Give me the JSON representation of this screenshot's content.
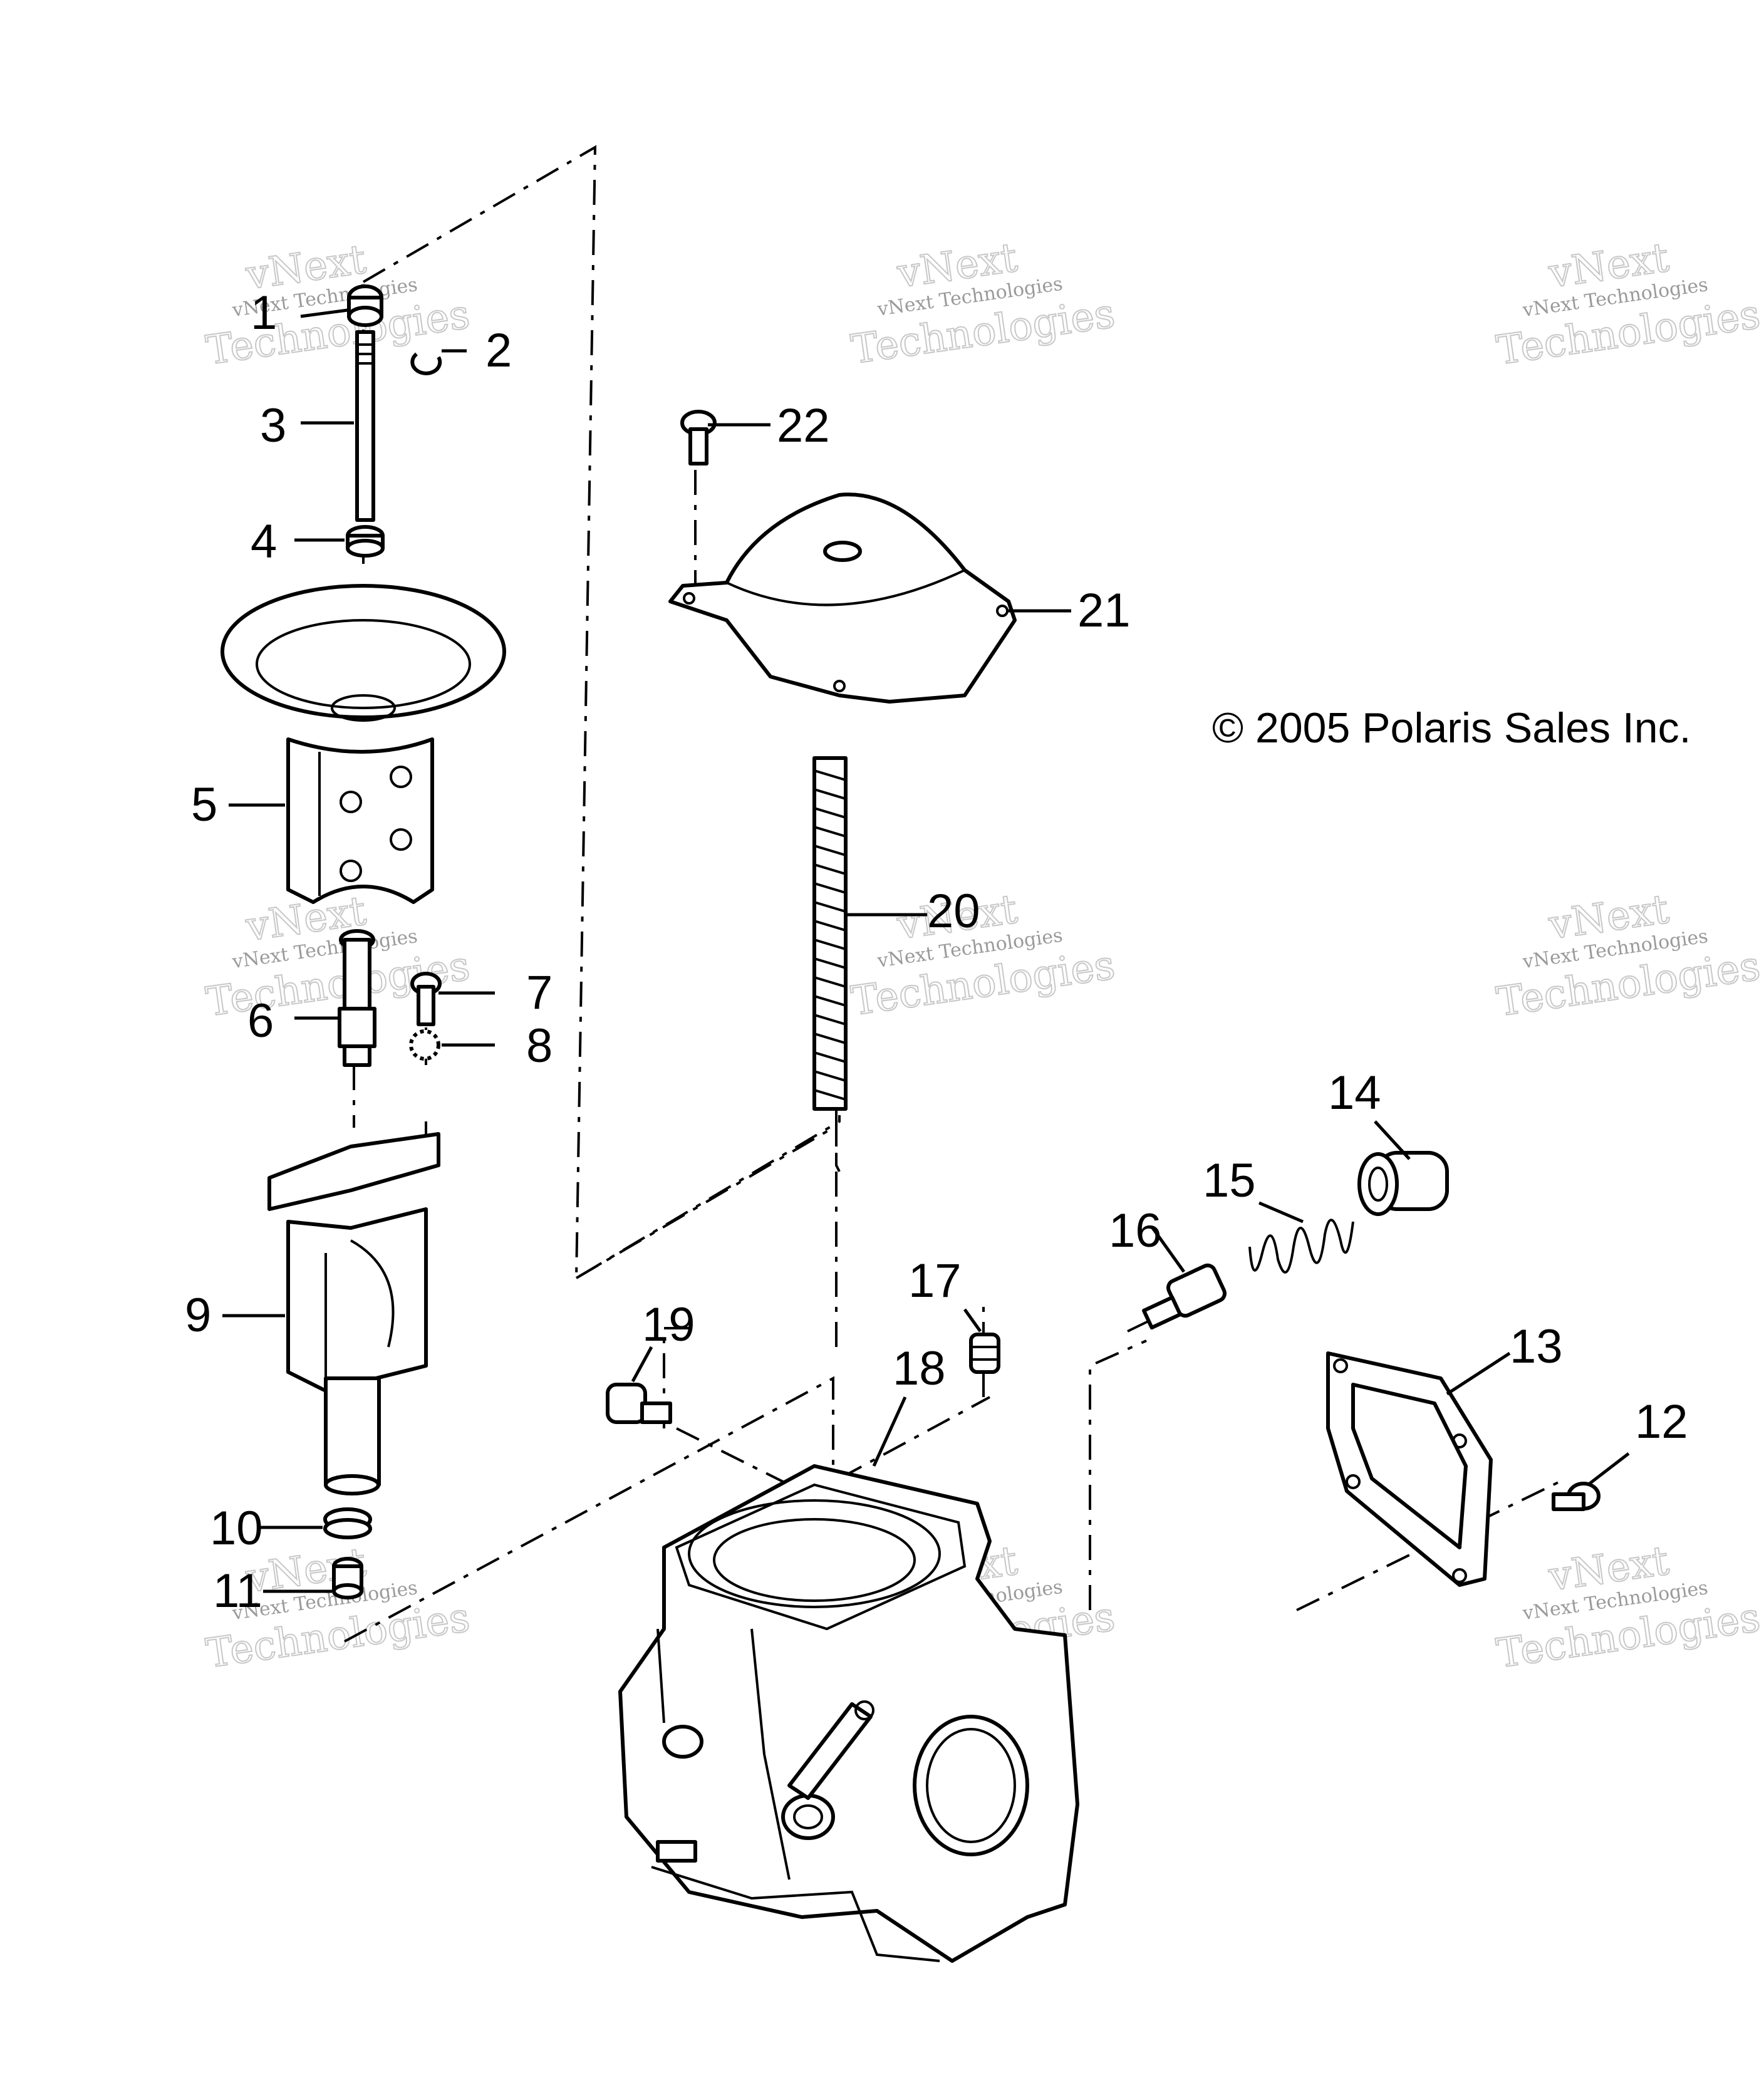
{
  "copyright": "© 2005 Polaris Sales Inc.",
  "watermark": {
    "brand": "vNext",
    "line1": "vNext Technologies",
    "line2": "Technologies"
  },
  "callouts": [
    "1",
    "2",
    "3",
    "4",
    "5",
    "6",
    "7",
    "8",
    "9",
    "10",
    "11",
    "12",
    "13",
    "14",
    "15",
    "16",
    "17",
    "18",
    "19",
    "20",
    "21",
    "22"
  ]
}
